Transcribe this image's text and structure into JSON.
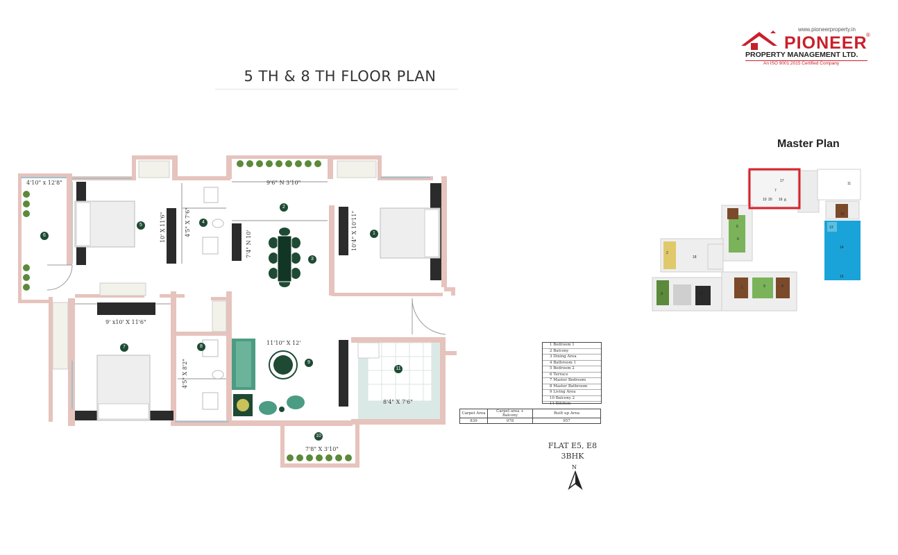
{
  "title": "5 TH & 8 TH FLOOR PLAN",
  "logo": {
    "url": "www.pioneerproperty.in",
    "name": "PIONEER",
    "registered": "®",
    "subtitle": "PROPERTY MANAGEMENT LTD.",
    "tagline": "An ISO 9001:2015 Certified Company"
  },
  "master_plan": {
    "title": "Master Plan",
    "labels": [
      "17",
      "11",
      "12",
      "13",
      "14",
      "15",
      "16",
      "18",
      "19",
      "1",
      "2",
      "3",
      "4",
      "5",
      "6",
      "7",
      "8",
      "9",
      "10",
      "20"
    ]
  },
  "rooms": {
    "terrace": {
      "dimension": "4'10\" x 12'8\"",
      "number": "6"
    },
    "bedroom3": {
      "dimension": "10' X 11'6\"",
      "number": "5"
    },
    "bathroom1": {
      "dimension": "4'5\" X 7'6\"",
      "number": "4"
    },
    "balcony1": {
      "dimension": "9'6\" N 3'10\"",
      "number": "2"
    },
    "dining": {
      "dimension": "7'4\" N 10'",
      "number": "3"
    },
    "bedroom1": {
      "dimension": "10'4\" X 10'11\"",
      "number": "1"
    },
    "master_bedroom": {
      "dimension": "9' x10' X 11'6\"",
      "number": "7"
    },
    "master_bathroom": {
      "dimension": "4'5\" X 8'2\"",
      "number": "8"
    },
    "living": {
      "dimension": "11'10\" X 12'",
      "number": "9"
    },
    "kitchen": {
      "dimension": "8'4\" X 7'6\"",
      "number": "11"
    },
    "balcony2": {
      "dimension": "7'8\" X 3'10\"",
      "number": "10"
    }
  },
  "legend": [
    "1 Bedroom 1",
    "2 Balcony",
    "3 Dining Area",
    "4 Bathroom 1",
    "5 Bedroom 2",
    "6 Terrace",
    "7 Master Bedroom",
    "8 Master Bathroom",
    "9 Living Area",
    "10 Balcony 2",
    "11 Kitchen"
  ],
  "area_table": {
    "headers": [
      "Carpet Area",
      "Carpet area + Balcony",
      "Built up Area"
    ],
    "values": [
      "839",
      "978",
      "957"
    ]
  },
  "flat": {
    "line1": "FLAT E5, E8",
    "line2": "3BHK"
  },
  "north": "N",
  "colors": {
    "wall_pink": "#e6c3bd",
    "dark_green": "#1e4a34",
    "sofa_green": "#4b9c82",
    "plant_green": "#5a8a3a",
    "kitchen_floor": "#dbe9e6",
    "brand_red": "#c8202a",
    "highlight_red": "#d9232d"
  }
}
